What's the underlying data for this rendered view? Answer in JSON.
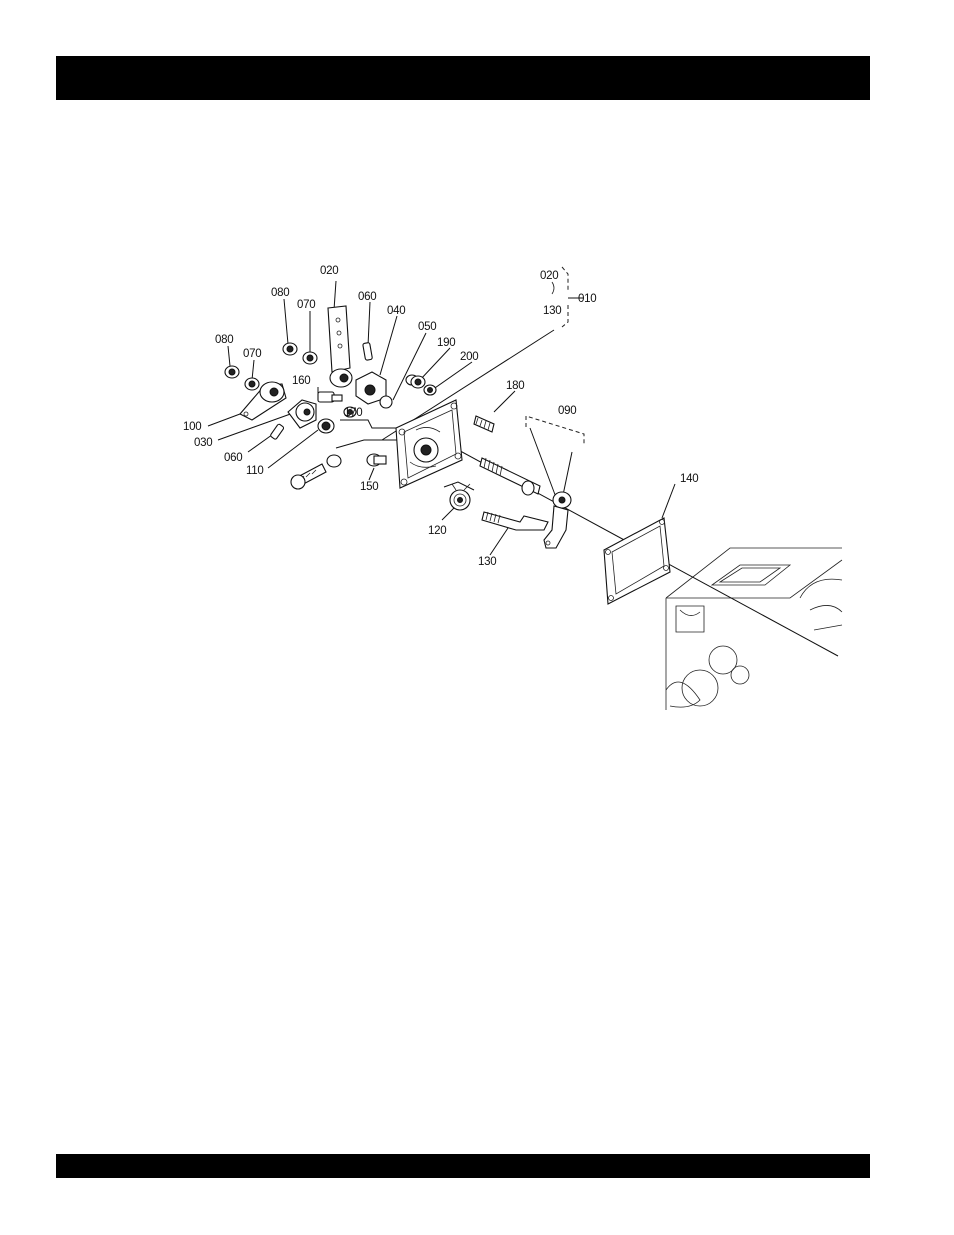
{
  "labels": {
    "n020_top": "020",
    "n080_a": "080",
    "n070_a": "070",
    "n060_top": "060",
    "n040": "040",
    "n020_group": "020",
    "n010": "010",
    "n130_group": "130",
    "n080_b": "080",
    "n070_b": "070",
    "n050": "050",
    "n190": "190",
    "n200": "200",
    "n160": "160",
    "n180": "180",
    "n100": "100",
    "n170": "170",
    "n030": "030",
    "n060_bottom": "060",
    "n110": "110",
    "n090": "090",
    "n150": "150",
    "n140": "140",
    "n120": "120",
    "n130": "130"
  }
}
